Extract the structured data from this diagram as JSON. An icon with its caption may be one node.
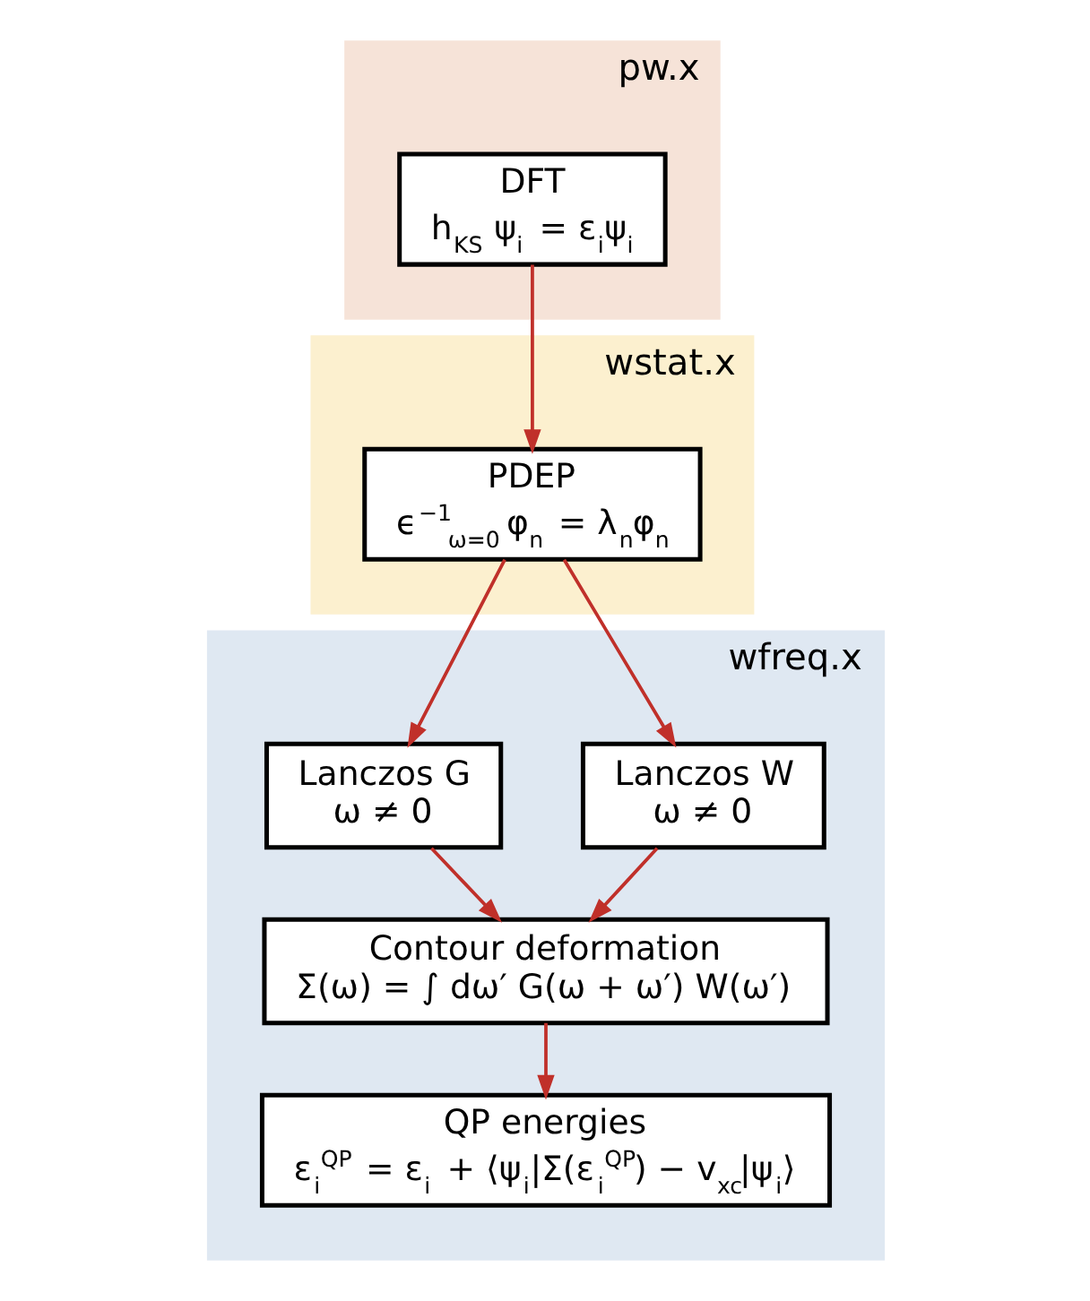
{
  "diagram": {
    "nodes": [
      {
        "text": [
          "pw.x"
        ]
      },
      {
        "text": [
          "DFT",
          "h$_{KS}$ ψ$_{i}$ = ε$_{i}$ψ$_{i}$"
        ],
        "in": 0
      },
      {
        "text": [
          "wstat.x"
        ]
      },
      {
        "text": [
          "PDEP",
          "ϵ$^{−1}$$_{ω=0}$ φ$_{n}$ = λ$_{n}$φ$_{n}$"
        ],
        "in": 2
      },
      {
        "text": [
          "wfreq.x"
        ]
      },
      {
        "text": [
          "Lanczos W",
          "ω ≠ 0"
        ],
        "in": 4
      },
      {
        "text": [
          "Lanczos G",
          "ω ≠ 0"
        ],
        "in": 4
      },
      {
        "text": [
          "Contour deformation",
          "Σ(ω) = ∫ dω′ G(ω + ω′) W(ω′)"
        ],
        "in": 4
      },
      {
        "text": [
          "QP energies",
          "ε$_{i}$$^{QP}$ = ε$_{i}$ + ⟨ψ$_{i}$|Σ(ε$_{i}$$^{QP}$) − v$_{xc}$|ψ$_{i}$⟩"
        ],
        "in": 4
      }
    ],
    "edges": [
      {
        "from": 1,
        "to": 3,
        "arrow": "to"
      },
      {
        "from": 3,
        "to": 5,
        "arrow": "to"
      },
      {
        "from": 3,
        "to": 6,
        "arrow": "to"
      },
      {
        "from": 5,
        "to": 7,
        "arrow": "to"
      },
      {
        "from": 6,
        "to": 7,
        "arrow": "to"
      },
      {
        "from": 7,
        "to": 8,
        "arrow": "to"
      }
    ]
  }
}
